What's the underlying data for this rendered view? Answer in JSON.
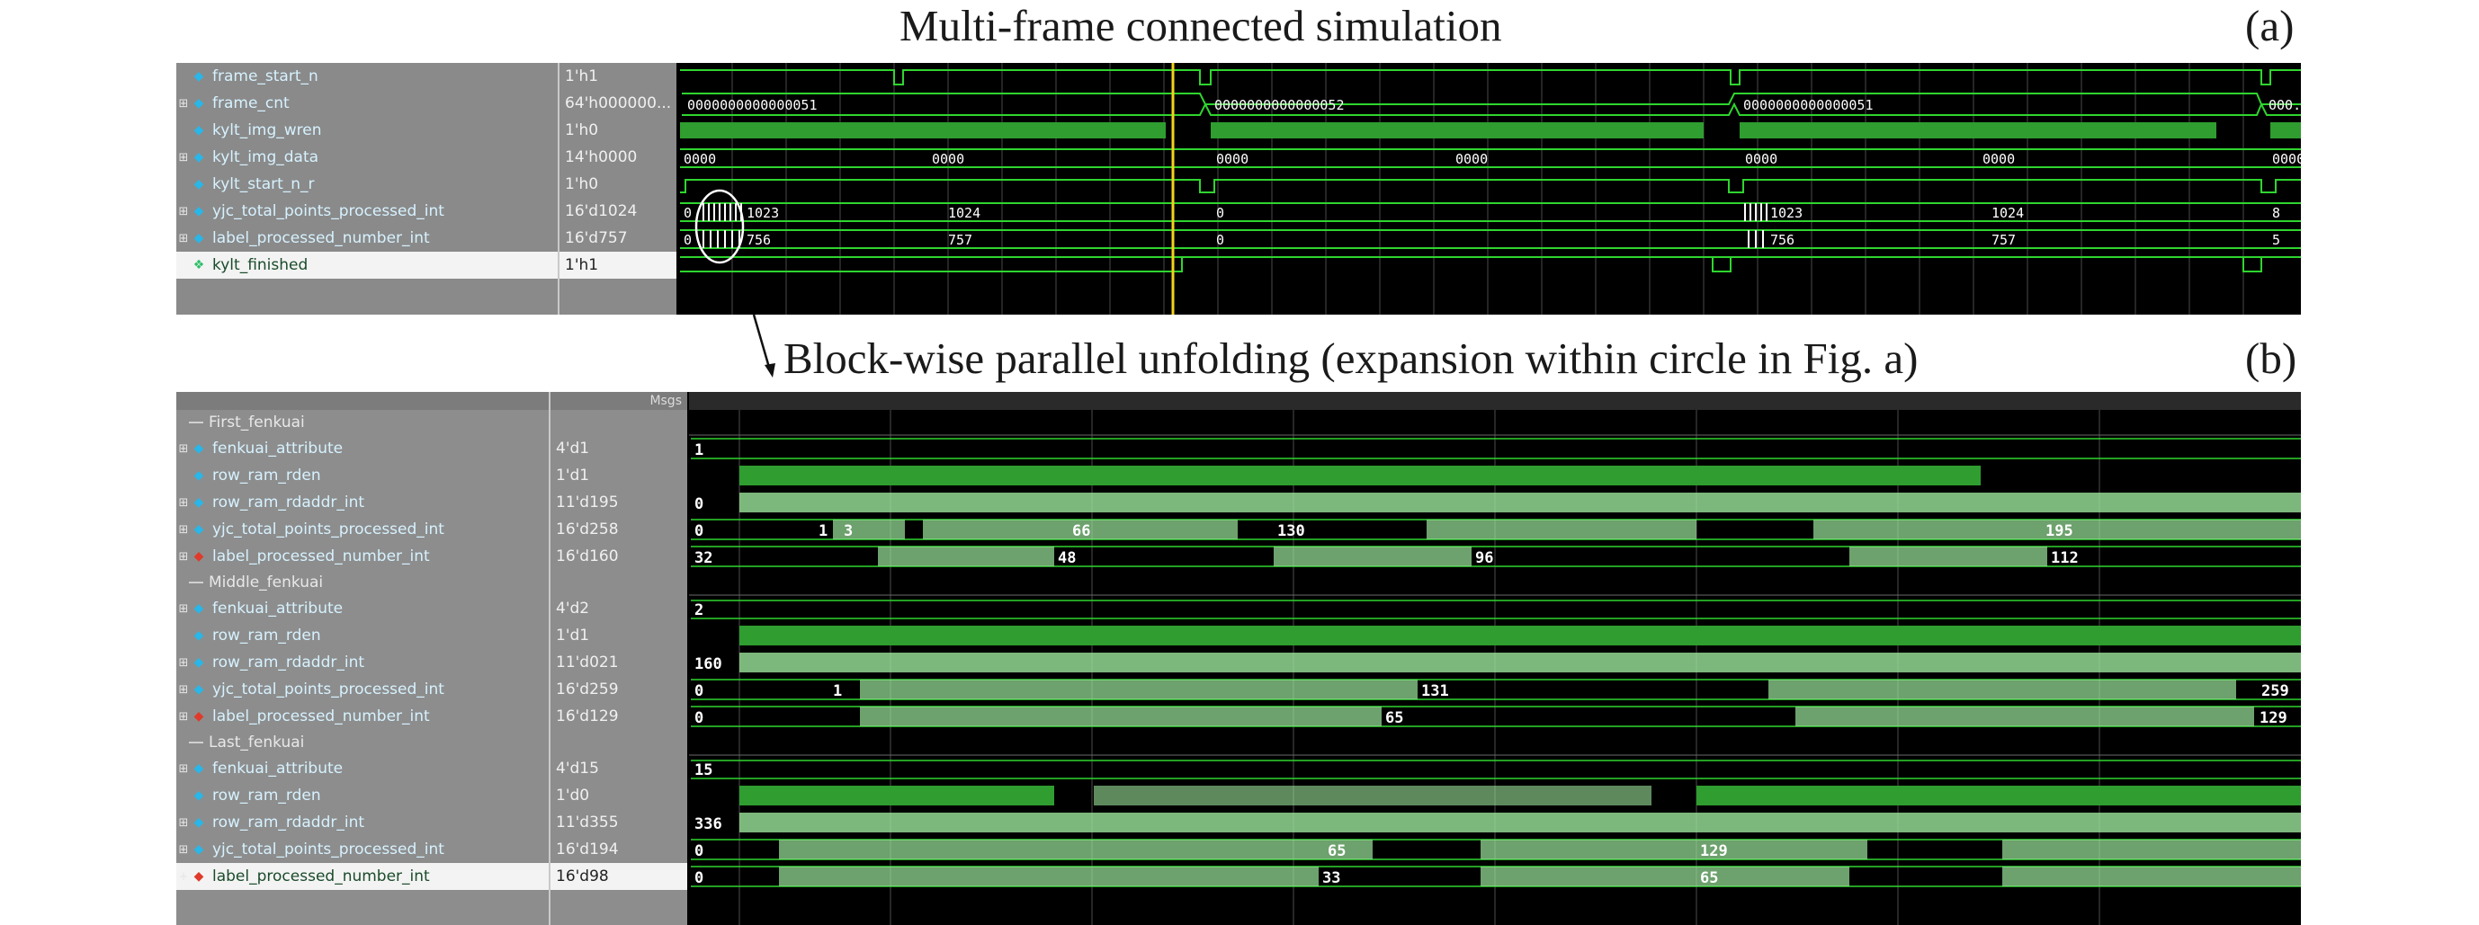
{
  "captions": {
    "a_title": "Multi-frame connected simulation",
    "a_tag": "(a)",
    "b_title": "Block-wise parallel unfolding (expansion within circle in Fig. a)",
    "b_tag": "(b)"
  },
  "colors": {
    "wave_green": "#2f9d2f",
    "wave_light": "#9be59b",
    "cursor": "#f2d21b",
    "grid": "#4c4c4c"
  },
  "panel_a": {
    "signals": [
      {
        "name": "frame_start_n",
        "value": "1'h1",
        "icon": "signal-icon"
      },
      {
        "name": "frame_cnt",
        "value": "64'h000000...",
        "icon": "bus-icon"
      },
      {
        "name": "kylt_img_wren",
        "value": "1'h0",
        "icon": "signal-icon"
      },
      {
        "name": "kylt_img_data",
        "value": "14'h0000",
        "icon": "bus-icon"
      },
      {
        "name": "kylt_start_n_r",
        "value": "1'h0",
        "icon": "signal-icon"
      },
      {
        "name": "yjc_total_points_processed_int",
        "value": "16'd1024",
        "icon": "bus-icon"
      },
      {
        "name": "label_processed_number_int",
        "value": "16'd757",
        "icon": "bus-icon"
      },
      {
        "name": "kylt_finished",
        "value": "1'h1",
        "icon": "output-icon"
      }
    ],
    "wave_labels": {
      "frame_cnt": [
        "0000000000000051",
        "0000000000000052",
        "0000000000000051",
        "000..."
      ],
      "kylt_img_data": [
        "0000",
        "0000",
        "0000",
        "0000",
        "0000",
        "0000",
        "0000"
      ],
      "yjc_total": [
        "0",
        "1023",
        "1024",
        "0",
        "1023",
        "1024",
        "8"
      ],
      "label_processed": [
        "0",
        "756",
        "757",
        "0",
        "756",
        "757",
        "5"
      ]
    }
  },
  "panel_b": {
    "header_label": "Msgs",
    "groups": [
      {
        "name": "First_fenkuai",
        "signals": [
          {
            "name": "fenkuai_attribute",
            "value": "4'd1",
            "icon": "bus-icon"
          },
          {
            "name": "row_ram_rden",
            "value": "1'd1",
            "icon": "signal-icon"
          },
          {
            "name": "row_ram_rdaddr_int",
            "value": "11'd195",
            "icon": "bus-icon"
          },
          {
            "name": "yjc_total_points_processed_int",
            "value": "16'd258",
            "icon": "bus-icon"
          },
          {
            "name": "label_processed_number_int",
            "value": "16'd160",
            "icon": "bus-red-icon"
          }
        ],
        "wave_labels": {
          "attr": "1",
          "rdaddr": "0",
          "yjc": [
            "0",
            "1",
            "3",
            "66",
            "130",
            "195"
          ],
          "label": [
            "32",
            "48",
            "96",
            "112"
          ]
        }
      },
      {
        "name": "Middle_fenkuai",
        "signals": [
          {
            "name": "fenkuai_attribute",
            "value": "4'd2",
            "icon": "bus-icon"
          },
          {
            "name": "row_ram_rden",
            "value": "1'd1",
            "icon": "signal-icon"
          },
          {
            "name": "row_ram_rdaddr_int",
            "value": "11'd021",
            "icon": "bus-icon"
          },
          {
            "name": "yjc_total_points_processed_int",
            "value": "16'd259",
            "icon": "bus-icon"
          },
          {
            "name": "label_processed_number_int",
            "value": "16'd129",
            "icon": "bus-red-icon"
          }
        ],
        "wave_labels": {
          "attr": "2",
          "rdaddr": "160",
          "yjc": [
            "0",
            "1",
            "131",
            "259"
          ],
          "label": [
            "0",
            "65",
            "129"
          ]
        }
      },
      {
        "name": "Last_fenkuai",
        "signals": [
          {
            "name": "fenkuai_attribute",
            "value": "4'd15",
            "icon": "bus-icon"
          },
          {
            "name": "row_ram_rden",
            "value": "1'd0",
            "icon": "signal-icon"
          },
          {
            "name": "row_ram_rdaddr_int",
            "value": "11'd355",
            "icon": "bus-icon"
          },
          {
            "name": "yjc_total_points_processed_int",
            "value": "16'd194",
            "icon": "bus-icon"
          },
          {
            "name": "label_processed_number_int",
            "value": "16'd98",
            "icon": "bus-red-icon"
          }
        ],
        "wave_labels": {
          "attr": "15",
          "rdaddr": "336",
          "yjc": [
            "0",
            "65",
            "129"
          ],
          "label": [
            "0",
            "33",
            "65"
          ]
        }
      }
    ]
  }
}
